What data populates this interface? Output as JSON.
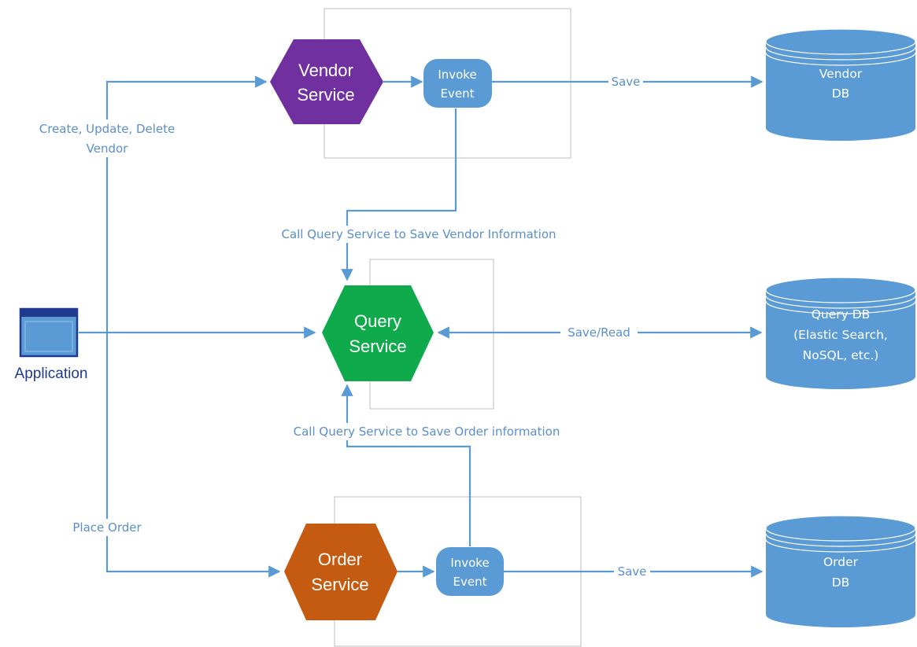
{
  "colors": {
    "line": "#5b9bd5",
    "edge_text": "#5b8fc9",
    "vendor": "#7030a0",
    "query": "#0faa4b",
    "order": "#c55a11",
    "event": "#5b9bd5",
    "db": "#5b9bd5",
    "app_frame": "#1f3a8f",
    "app_fill": "#5b9bd5",
    "box_border": "#c8c8c8"
  },
  "application": {
    "label": "Application"
  },
  "services": {
    "vendor": {
      "line1": "Vendor",
      "line2": "Service"
    },
    "query": {
      "line1": "Query",
      "line2": "Service"
    },
    "order": {
      "line1": "Order",
      "line2": "Service"
    }
  },
  "events": {
    "vendor": {
      "line1": "Invoke",
      "line2": "Event"
    },
    "order": {
      "line1": "Invoke",
      "line2": "Event"
    }
  },
  "databases": {
    "vendor": {
      "line1": "Vendor",
      "line2": "DB"
    },
    "query": {
      "line1": "Query DB",
      "line2": "(Elastic Search,",
      "line3": "NoSQL, etc.)"
    },
    "order": {
      "line1": "Order",
      "line2": "DB"
    }
  },
  "edges": {
    "crud_line1": "Create, Update, Delete",
    "crud_line2": "Vendor",
    "place_order": "Place Order",
    "vendor_save": "Save",
    "order_save": "Save",
    "save_read": "Save/Read",
    "call_vendor": "Call Query Service to Save Vendor Information",
    "call_order": "Call Query Service to Save Order information"
  }
}
